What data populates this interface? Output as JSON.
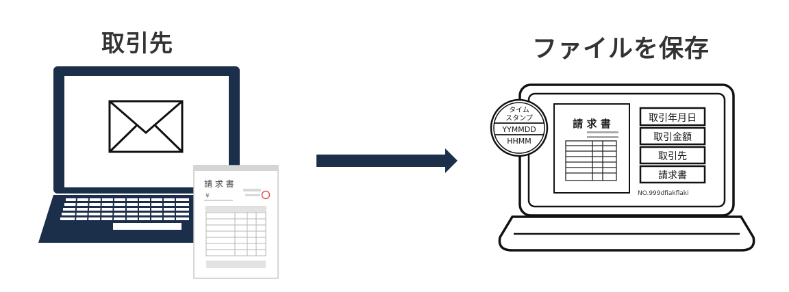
{
  "left": {
    "title": "取引先",
    "invoice": {
      "title": "請 求 書",
      "yen": "¥"
    }
  },
  "right": {
    "title": "ファイルを保存",
    "stamp": {
      "line1": "タイム",
      "line2": "スタンプ",
      "line3": "YYMMDD",
      "line4": "HHMM"
    },
    "document": {
      "title": "請 求 書"
    },
    "fields": [
      "取引年月日",
      "取引金額",
      "取引先",
      "請求書"
    ],
    "doc_number": "NO.999dfiakflaki"
  },
  "colors": {
    "navy": "#1c2f4a",
    "heading": "#333333",
    "stamp_red": "#e05050"
  },
  "icons": [
    "laptop-icon",
    "envelope-icon",
    "invoice-icon",
    "arrow-right-icon",
    "timestamp-icon"
  ]
}
